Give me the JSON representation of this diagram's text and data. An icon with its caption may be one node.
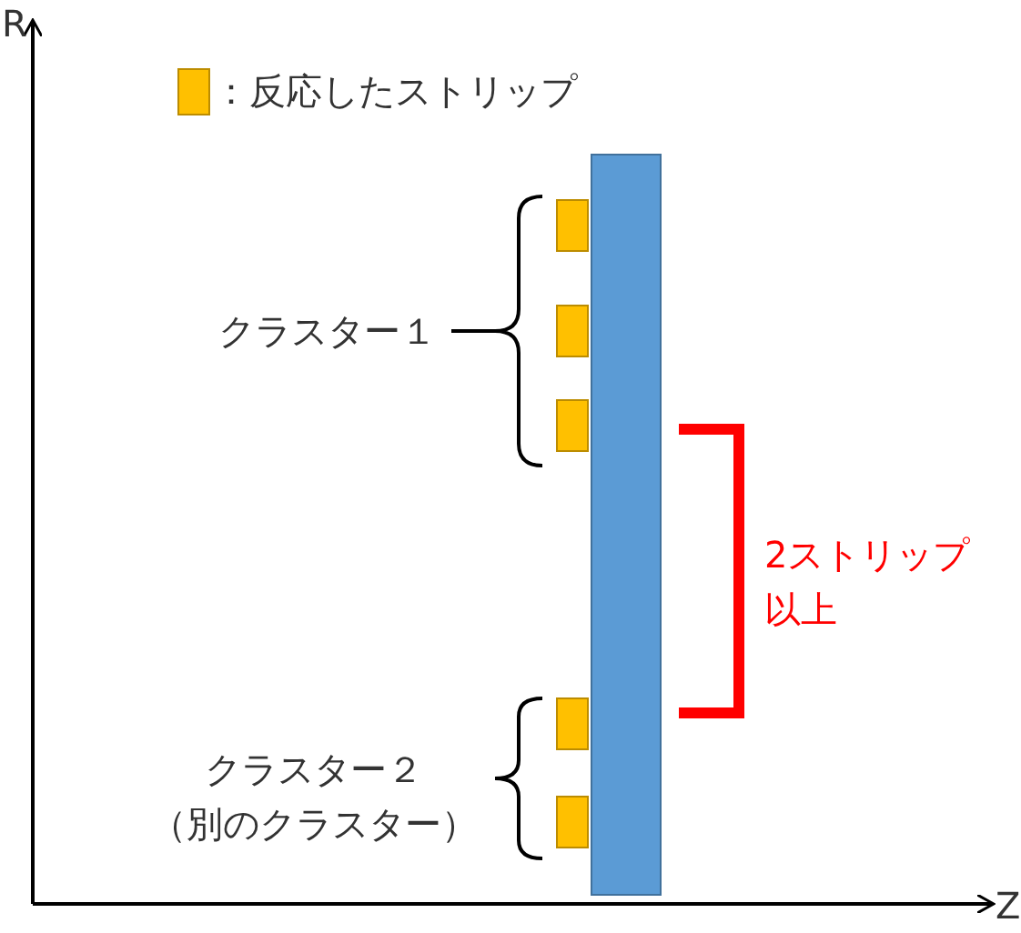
{
  "diagram": {
    "labels": [
      "R",
      "クラスター１",
      "2ストリップ以上",
      "クラスター２（別のクラスター）",
      "Z"
    ],
    "legend": [
      {
        "text": "：反応したストリップ",
        "color": "#ffc000"
      }
    ]
  }
}
